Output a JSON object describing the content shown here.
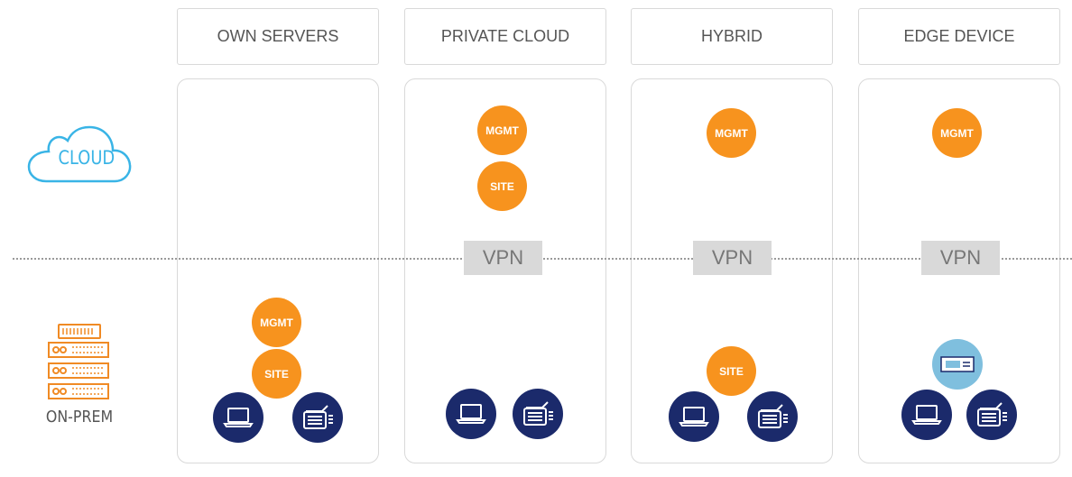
{
  "columns": [
    {
      "header": "OWN SERVERS"
    },
    {
      "header": "PRIVATE CLOUD"
    },
    {
      "header": "HYBRID"
    },
    {
      "header": "EDGE DEVICE"
    }
  ],
  "zones": {
    "cloud_label": "CLOUD",
    "onprem_label": "ON-PREM"
  },
  "badges": {
    "mgmt": "MGMT",
    "site": "SITE",
    "vpn": "VPN"
  },
  "icons": {
    "cloud": "cloud-icon",
    "onprem": "server-rack-icon",
    "laptop": "laptop-icon",
    "device": "network-device-icon",
    "edge": "edge-device-icon"
  },
  "colors": {
    "orange": "#f7931e",
    "navy": "#1b2a6b",
    "edge_blue": "#7fbfde",
    "cloud_blue": "#39b4e6",
    "server_orange": "#f08a24"
  }
}
